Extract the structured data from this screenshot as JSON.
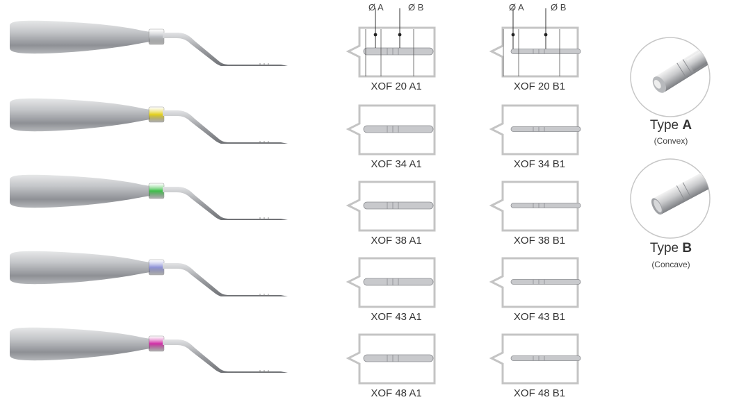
{
  "instruments": [
    {
      "name": "instrument-1",
      "collar_color": "#b9bcc0"
    },
    {
      "name": "instrument-2",
      "collar_color": "#e3d01c"
    },
    {
      "name": "instrument-3",
      "collar_color": "#3fbf4a"
    },
    {
      "name": "instrument-4",
      "collar_color": "#8f93d8"
    },
    {
      "name": "instrument-5",
      "collar_color": "#d12ea6"
    }
  ],
  "dimension_labels": {
    "a": "Ø A",
    "b": "Ø B"
  },
  "codes_a": [
    "XOF 20 A1",
    "XOF 34 A1",
    "XOF 38 A1",
    "XOF 43 A1",
    "XOF 48 A1"
  ],
  "codes_b": [
    "XOF 20 B1",
    "XOF 34 B1",
    "XOF 38 B1",
    "XOF 43 B1",
    "XOF 48 B1"
  ],
  "types": [
    {
      "prefix": "Type ",
      "letter": "A",
      "note": "(Convex)"
    },
    {
      "prefix": "Type ",
      "letter": "B",
      "note": "(Concave)"
    }
  ]
}
